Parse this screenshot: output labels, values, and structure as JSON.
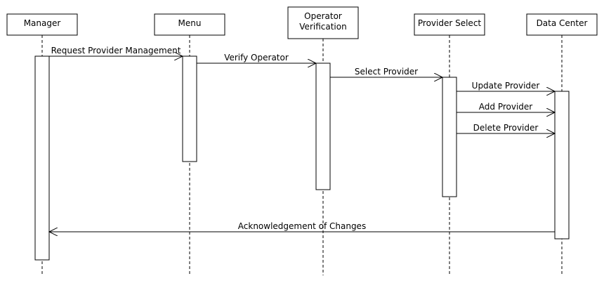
{
  "participants": [
    {
      "id": "manager",
      "lines": [
        "Manager"
      ]
    },
    {
      "id": "menu",
      "lines": [
        "Menu"
      ]
    },
    {
      "id": "operator-verification",
      "lines": [
        "Operator",
        "Verification"
      ]
    },
    {
      "id": "provider-select",
      "lines": [
        "Provider Select"
      ]
    },
    {
      "id": "data-center",
      "lines": [
        "Data Center"
      ]
    }
  ],
  "messages": [
    {
      "from": "manager",
      "to": "menu",
      "label": "Request Provider Management"
    },
    {
      "from": "menu",
      "to": "operator-verification",
      "label": "Verify Operator"
    },
    {
      "from": "operator-verification",
      "to": "provider-select",
      "label": "Select Provider"
    },
    {
      "from": "provider-select",
      "to": "data-center",
      "label": "Update Provider"
    },
    {
      "from": "provider-select",
      "to": "data-center",
      "label": "Add Provider"
    },
    {
      "from": "provider-select",
      "to": "data-center",
      "label": "Delete Provider"
    },
    {
      "from": "data-center",
      "to": "manager",
      "label": "Acknowledgement of Changes"
    }
  ]
}
